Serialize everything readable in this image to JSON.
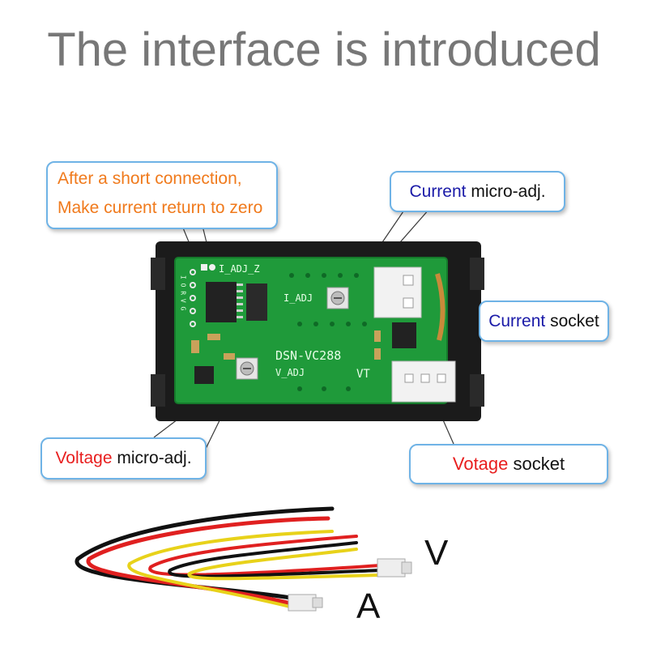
{
  "title": "The interface is introduced",
  "callouts": {
    "short_connection": {
      "line1": "After a short connection,",
      "line2": "Make current return to zero"
    },
    "current_micro_adj": {
      "colored": "Current",
      "rest": "micro-adj."
    },
    "current_socket": {
      "colored": "Current",
      "rest": "socket"
    },
    "voltage_micro_adj": {
      "colored": "Voltage",
      "rest": "micro-adj."
    },
    "voltage_socket": {
      "colored": "Votage",
      "rest": "socket"
    }
  },
  "board_labels": {
    "i_adj_z": "I_ADJ_Z",
    "i_adj": "I_ADJ",
    "model": "DSN-VC288",
    "v_adj": "V_ADJ",
    "vt": "VT",
    "pins": "I O R V G"
  },
  "wire_labels": {
    "voltage": "V",
    "current": "A"
  },
  "colors": {
    "orange_text": "#f07a1c",
    "blue_text": "#1a1aa8",
    "red_text": "#e81e1e",
    "callout_border": "#6fb3e6",
    "pcb_green": "#1f9a3a"
  }
}
